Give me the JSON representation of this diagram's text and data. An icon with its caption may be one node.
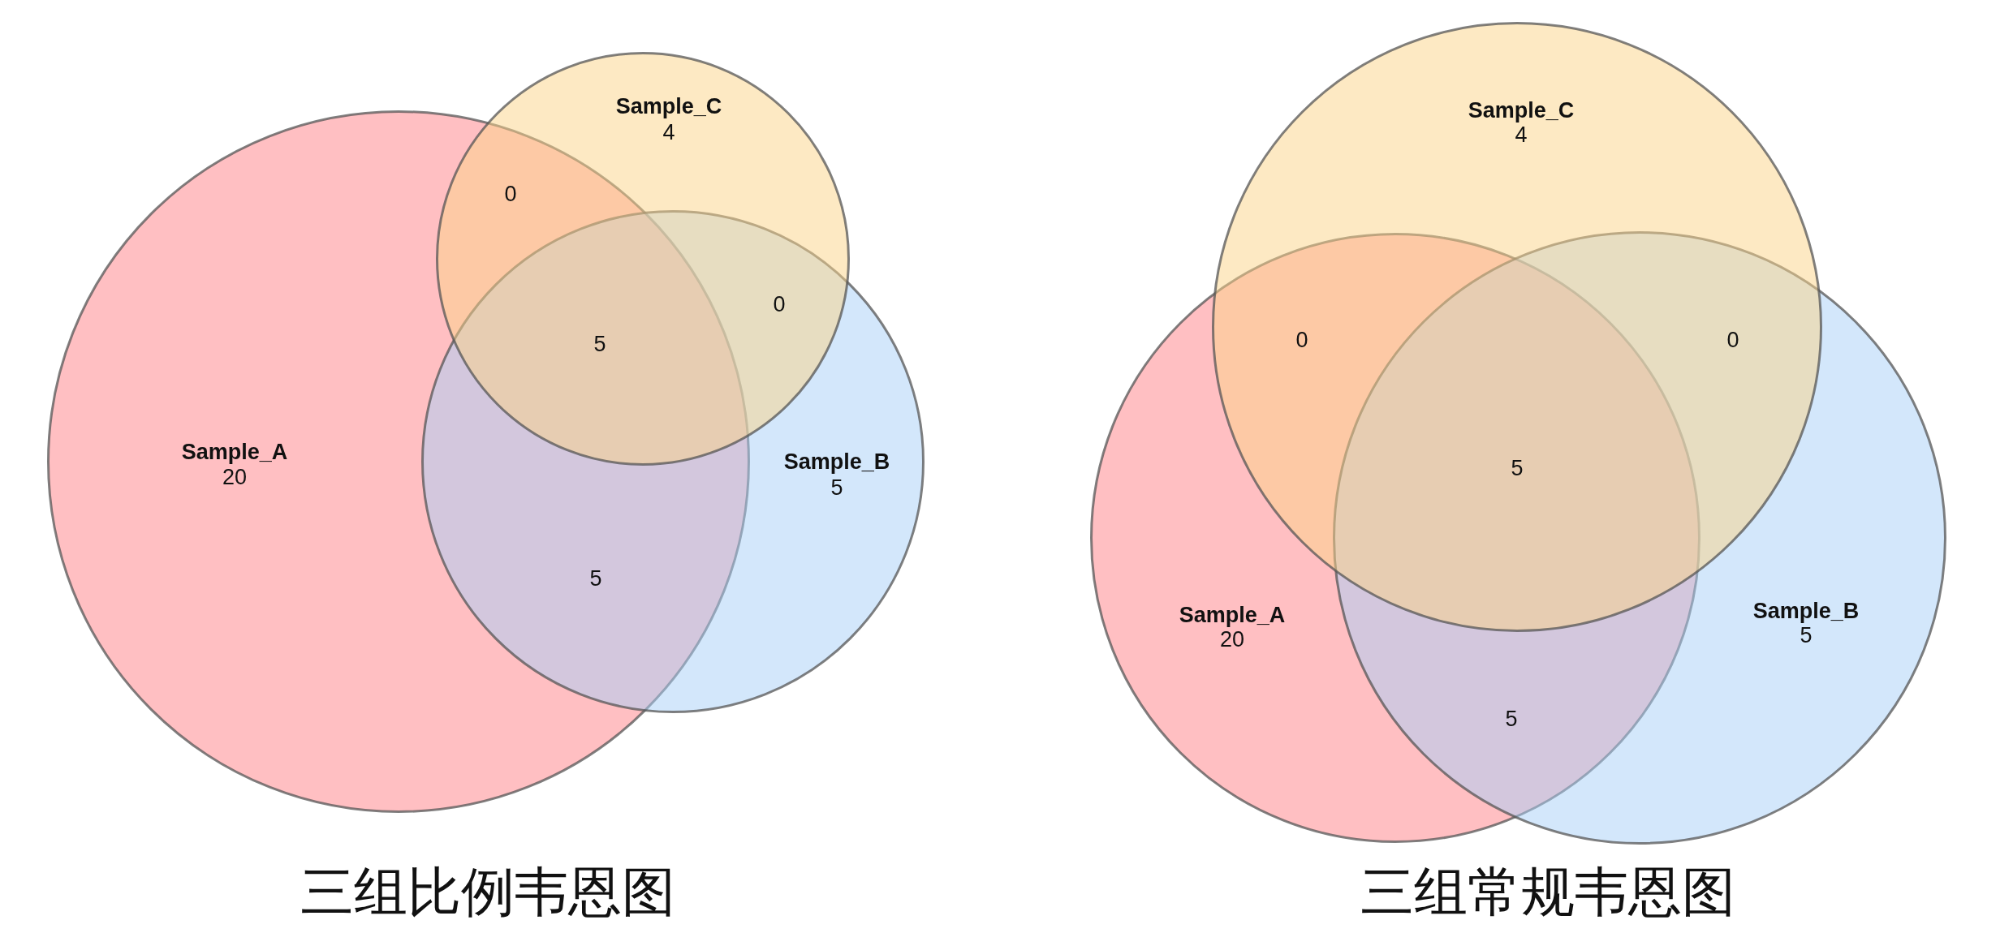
{
  "diagram": {
    "nodes": [
      {
        "text": [
          "Sample_A",
          "20"
        ]
      },
      {
        "text": [
          "Sample_B",
          "5"
        ]
      },
      {
        "text": [
          "Sample_C",
          "4"
        ]
      },
      {
        "text": [
          "Sample_A",
          "20"
        ]
      },
      {
        "text": [
          "Sample_B",
          "5"
        ]
      },
      {
        "text": [
          "Sample_C",
          "4"
        ]
      }
    ],
    "labels": [
      "0",
      "0",
      "5",
      "5",
      "0",
      "0",
      "5",
      "5",
      "三组比例韦恩图",
      "三组常规韦恩图"
    ]
  }
}
